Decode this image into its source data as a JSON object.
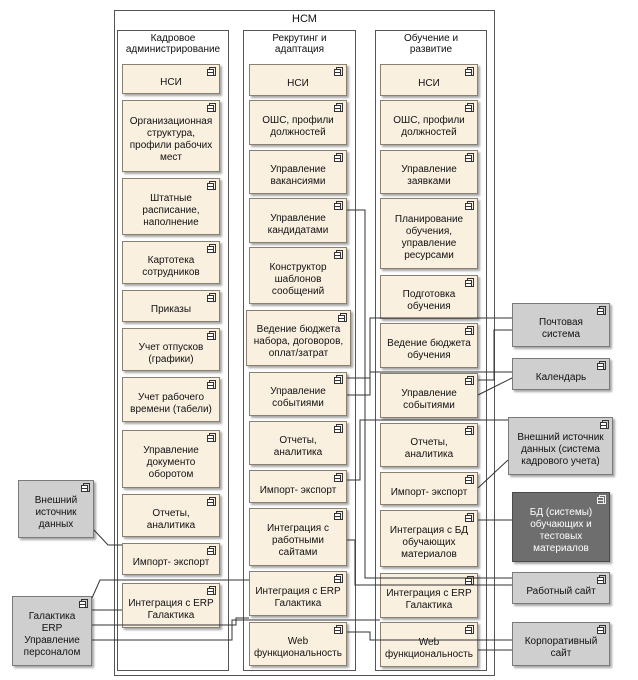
{
  "system": {
    "title": "НСМ"
  },
  "columns": [
    {
      "title": "Кадровое\nадминистрирование",
      "items": [
        "НСИ",
        "Организационная\nструктура,\nпрофили рабочих\nмест",
        "Штатные\nрасписание,\nнаполнение",
        "Картотека\nсотрудников",
        "Приказы",
        "Учет отпусков\n(графики)",
        "Учет рабочего\nвремени (табели)",
        "Управление\nдокументо\nоборотом",
        "Отчеты,\nаналитика",
        "Импорт- экспорт",
        "Интеграция с ERP\nГалактика"
      ]
    },
    {
      "title": "Рекрутинг и\nадаптация",
      "items": [
        "НСИ",
        "ОШС, профили\nдолжностей",
        "Управление\nвакансиями",
        "Управление\nкандидатами",
        "Конструктор\nшаблонов\nсообщений",
        "Ведение бюджета\nнабора, договоров,\nоплат/затрат",
        "Управление\nсобытиями",
        "Отчеты,\nаналитика",
        "Импорт- экспорт",
        "Интеграция с\nработными\nсайтами",
        "Интеграция с ERP\nГалактика",
        "Web\nфункциональность"
      ]
    },
    {
      "title": "Обучение и\nразвитие",
      "items": [
        "НСИ",
        "ОШС, профили\nдолжностей",
        "Управление\nзаявками",
        "Планирование\nобучения,\nуправление\nресурсами",
        "Подготовка\nобучения",
        "Ведение бюджета\nобучения",
        "Управление\nсобытиями",
        "Отчеты,\nаналитика",
        "Импорт- экспорт",
        "Интеграция с БД\nобучающих\nматериалов",
        "Интеграция с ERP\nГалактика",
        "Web\nфункциональность"
      ]
    }
  ],
  "external": {
    "mail": "Почтовая\nсистема",
    "calendar": "Календарь",
    "ext_source_hr": "Внешний источник\nданных (система\nкадрового учета)",
    "db_materials": "БД (системы)\nобучающих и\nтестовых\nматериалов",
    "job_site": "Работный сайт",
    "corp_site": "Корпоративный\nсайт",
    "ext_source": "Внешний\nисточник\nданных",
    "galaktika": "Галактика\nERP\nУправление\nперсоналом"
  },
  "colors": {
    "component_fill": "#faf0e0",
    "external_fill": "#cfcfcf",
    "db_fill": "#6e6e6e",
    "line": "#333333"
  }
}
